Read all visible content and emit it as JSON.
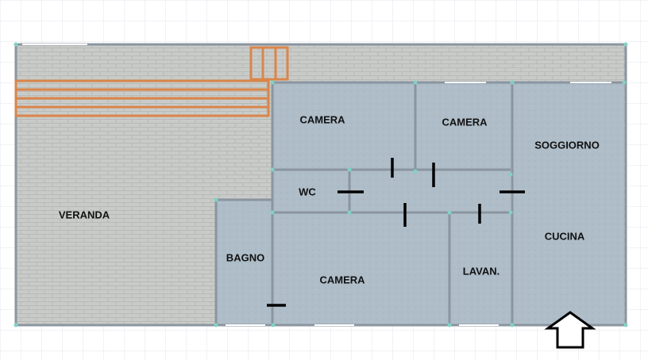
{
  "plan": {
    "rooms": [
      {
        "id": "veranda",
        "label": "VERANDA"
      },
      {
        "id": "camera-1",
        "label": "CAMERA"
      },
      {
        "id": "camera-2",
        "label": "CAMERA"
      },
      {
        "id": "soggiorno-cucina",
        "label": "SOGGIORNO"
      },
      {
        "id": "cucina",
        "label": "CUCINA"
      },
      {
        "id": "wc",
        "label": "WC"
      },
      {
        "id": "bagno",
        "label": "BAGNO"
      },
      {
        "id": "camera-3",
        "label": "CAMERA"
      },
      {
        "id": "lavanderia",
        "label": "LAVAN."
      }
    ],
    "entrance_marker": "up-arrow-icon"
  },
  "colors": {
    "grid_line": "#e3e6ec",
    "paving": "#c9cbc8",
    "room_floor": "#aebdc8",
    "wall": "#8a95a0",
    "stairs": "#d9864a",
    "door_marker": "#000000"
  }
}
